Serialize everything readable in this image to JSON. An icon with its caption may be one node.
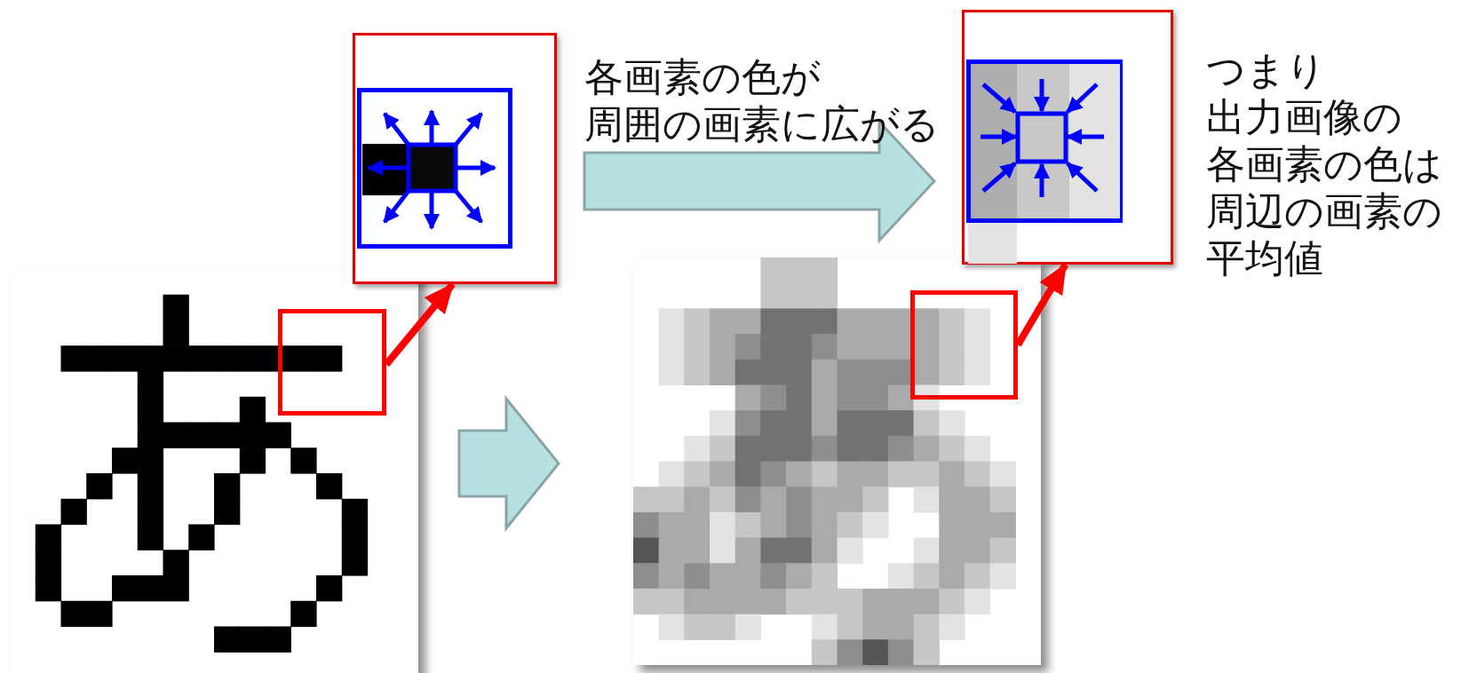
{
  "diagram": {
    "nodes": [
      {
        "text": [],
        "shape": "picture"
      },
      {
        "text": [],
        "shape": "box",
        "in": 0
      },
      {
        "text": [],
        "shape": "box"
      },
      {
        "text": [],
        "shape": "picture"
      },
      {
        "text": [],
        "shape": "box",
        "in": 3
      },
      {
        "text": [],
        "shape": "box"
      }
    ],
    "edges": [
      {
        "from": 1,
        "to": 2,
        "arrow": "to",
        "color": "#ff0000"
      },
      {
        "from": 4,
        "to": 5,
        "arrow": "to",
        "color": "#ff0000"
      },
      {
        "from": 0,
        "to": 3,
        "arrow": "to",
        "style": "thick",
        "color": "#b7e0e2"
      },
      {
        "from": 2,
        "to": 5,
        "arrow": "to",
        "style": "thick",
        "color": "#b7e0e2",
        "label": "各画素の色が周囲の画素に広がる"
      }
    ],
    "labels": [
      "つまり出力画像の各画素の色は周辺の画素の平均値"
    ]
  }
}
